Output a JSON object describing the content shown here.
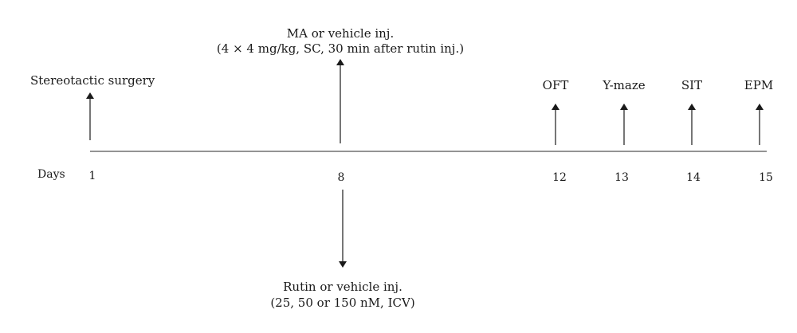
{
  "days_label": "Days",
  "days": [
    "1",
    "8",
    "12",
    "13",
    "14",
    "15"
  ],
  "events": {
    "surgery": "Stereotactic surgery",
    "ma_line1": "MA or vehicle inj.",
    "ma_line2": "(4 × 4 mg/kg, SC, 30 min after rutin inj.)",
    "rutin_line1": "Rutin or vehicle inj.",
    "rutin_line2": "(25, 50 or 150 nM, ICV)",
    "oft": "OFT",
    "ymaze": "Y-maze",
    "sit": "SIT",
    "epm": "EPM"
  },
  "colors": {
    "line": "#555555",
    "text": "#1a1a1a"
  }
}
